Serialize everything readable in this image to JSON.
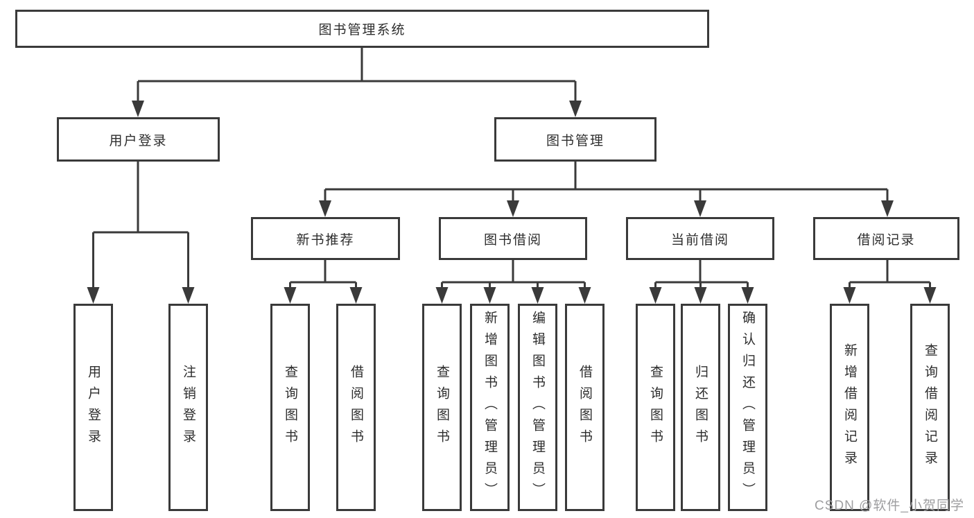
{
  "diagram": {
    "root": "图书管理系统",
    "branches": [
      {
        "label": "用户登录",
        "leaves": [
          "用户登录",
          "注销登录"
        ]
      },
      {
        "label": "图书管理",
        "groups": [
          {
            "label": "新书推荐",
            "leaves": [
              "查询图书",
              "借阅图书"
            ]
          },
          {
            "label": "图书借阅",
            "leaves": [
              "查询图书",
              "新增图书（管理员）",
              "编辑图书（管理员）",
              "借阅图书"
            ]
          },
          {
            "label": "当前借阅",
            "leaves": [
              "查询图书",
              "归还图书",
              "确认归还（管理员）"
            ]
          },
          {
            "label": "借阅记录",
            "leaves": [
              "新增借阅记录",
              "查询借阅记录"
            ]
          }
        ]
      }
    ]
  },
  "watermark": "CSDN @软件_小贺同学",
  "colors": {
    "line": "#3a3a3a",
    "text": "#2d2d2d",
    "watermark": "#9e9ea0",
    "background": "#ffffff"
  }
}
